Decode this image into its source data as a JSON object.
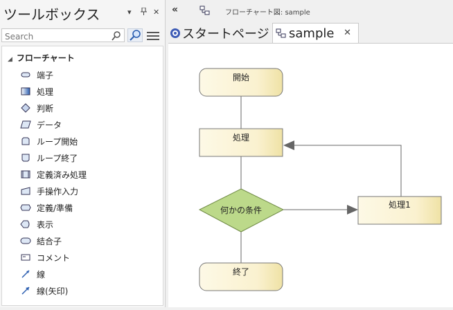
{
  "toolbox": {
    "title": "ツールボックス",
    "controls": {
      "dropdown": "▾",
      "pin": "ᵖ",
      "close": "✕"
    },
    "search_placeholder": "Search",
    "category": "フローチャート",
    "items": [
      {
        "label": "端子",
        "icon": "terminal-shape-icon"
      },
      {
        "label": "処理",
        "icon": "process-shape-icon"
      },
      {
        "label": "判断",
        "icon": "decision-shape-icon"
      },
      {
        "label": "データ",
        "icon": "data-shape-icon"
      },
      {
        "label": "ループ開始",
        "icon": "loop-start-shape-icon"
      },
      {
        "label": "ループ終了",
        "icon": "loop-end-shape-icon"
      },
      {
        "label": "定義済み処理",
        "icon": "predefined-process-shape-icon"
      },
      {
        "label": "手操作入力",
        "icon": "manual-input-shape-icon"
      },
      {
        "label": "定義/準備",
        "icon": "preparation-shape-icon"
      },
      {
        "label": "表示",
        "icon": "display-shape-icon"
      },
      {
        "label": "結合子",
        "icon": "connector-shape-icon"
      },
      {
        "label": "コメント",
        "icon": "comment-shape-icon"
      },
      {
        "label": "線",
        "icon": "line-icon"
      },
      {
        "label": "線(矢印)",
        "icon": "arrow-line-icon"
      }
    ]
  },
  "editor": {
    "collapse": "«",
    "breadcrumb": "フローチャート図: sample",
    "tabs": [
      {
        "label": "スタートページ",
        "icon": "start-page-icon"
      },
      {
        "label": "sample",
        "icon": "diagram-icon",
        "close": "✕"
      }
    ]
  },
  "diagram": {
    "nodes": {
      "start": "開始",
      "process": "処理",
      "decision": "何かの条件",
      "process1": "処理1",
      "end": "終了"
    }
  },
  "colors": {
    "node_fill": "#fbf5d8",
    "decision_fill": "#bcd98a",
    "accent": "#2a5db0"
  }
}
